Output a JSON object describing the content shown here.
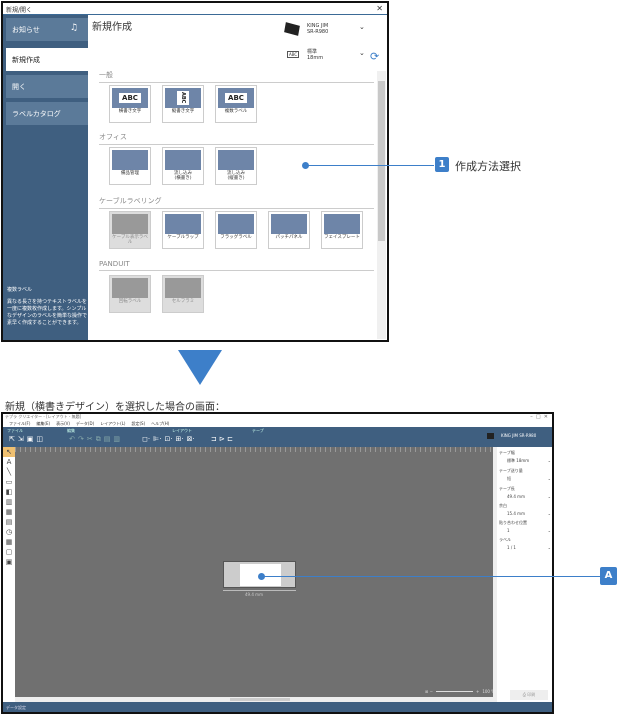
{
  "dialog": {
    "title": "新規/開く",
    "close": "✕",
    "sidebar": {
      "items": [
        {
          "label": "お知らせ"
        },
        {
          "label": "新規作成"
        },
        {
          "label": "開く"
        },
        {
          "label": "ラベルカタログ"
        }
      ],
      "info_title": "複数ラベル",
      "info_text": "異なる長さを持つテキストラベルを一度に複数枚作成します。シンプルなデザインのラベルを簡単な操作で素早く作成することができます。"
    },
    "main": {
      "title": "新規作成",
      "printer_brand": "KING JIM",
      "printer_model": "SR-R980",
      "tape_type": "標準",
      "tape_width": "18mm",
      "tape_icon_text": "ABC",
      "sections": [
        {
          "name": "一般",
          "tiles": [
            {
              "label": "横書き文字",
              "art": "ABC"
            },
            {
              "label": "縦書き文字",
              "art": "ABC"
            },
            {
              "label": "複数ラベル",
              "art": "ABC"
            }
          ]
        },
        {
          "name": "オフィス",
          "tiles": [
            {
              "label": "備品管理"
            },
            {
              "label": "流し込み\n(横書き)"
            },
            {
              "label": "流し込み\n(縦書き)"
            }
          ]
        },
        {
          "name": "ケーブルラベリング",
          "tiles": [
            {
              "label": "ケーブル表示ラベル"
            },
            {
              "label": "ケーブルラップ"
            },
            {
              "label": "フラッグラベル"
            },
            {
              "label": "パッチパネル"
            },
            {
              "label": "フェイスプレート"
            }
          ]
        },
        {
          "name": "PANDUIT",
          "tiles": [
            {
              "label": "回転ラベル"
            },
            {
              "label": "セルフラミ"
            }
          ]
        }
      ]
    }
  },
  "callout1": {
    "number": "1",
    "text": "作成方法選択"
  },
  "caption": "新規（横書きデザイン）を選択した場合の画面：",
  "editor": {
    "title": "テプラ クリエイター - [レイアウト - 無題]",
    "menu": [
      "ファイル(F)",
      "編集(E)",
      "表示(V)",
      "データ(D)",
      "レイアウト(L)",
      "設定(S)",
      "ヘルプ(H)"
    ],
    "groups": [
      "ファイル",
      "編集",
      "レイアウト",
      "テープ"
    ],
    "printer": "KING JIM SR-R980",
    "panel": [
      {
        "label": "テープ幅",
        "value": "標準 18mm"
      },
      {
        "label": "テープ送り量",
        "value": "短"
      },
      {
        "label": "テープ長",
        "value": "49.4 mm"
      },
      {
        "label": "余白",
        "value": "15.4 mm"
      },
      {
        "label": "貼り合わせ位置",
        "value": "1"
      },
      {
        "label": "ラベル",
        "value": "1 / 1"
      }
    ],
    "label_length": "49.4 mm",
    "zoom": "100 %",
    "print": "印刷",
    "status": "データ設定"
  },
  "calloutA": {
    "letter": "A"
  },
  "colors": {
    "accent": "#3d7fc9",
    "sidebar": "#3f5f80",
    "canvas": "#707070"
  }
}
